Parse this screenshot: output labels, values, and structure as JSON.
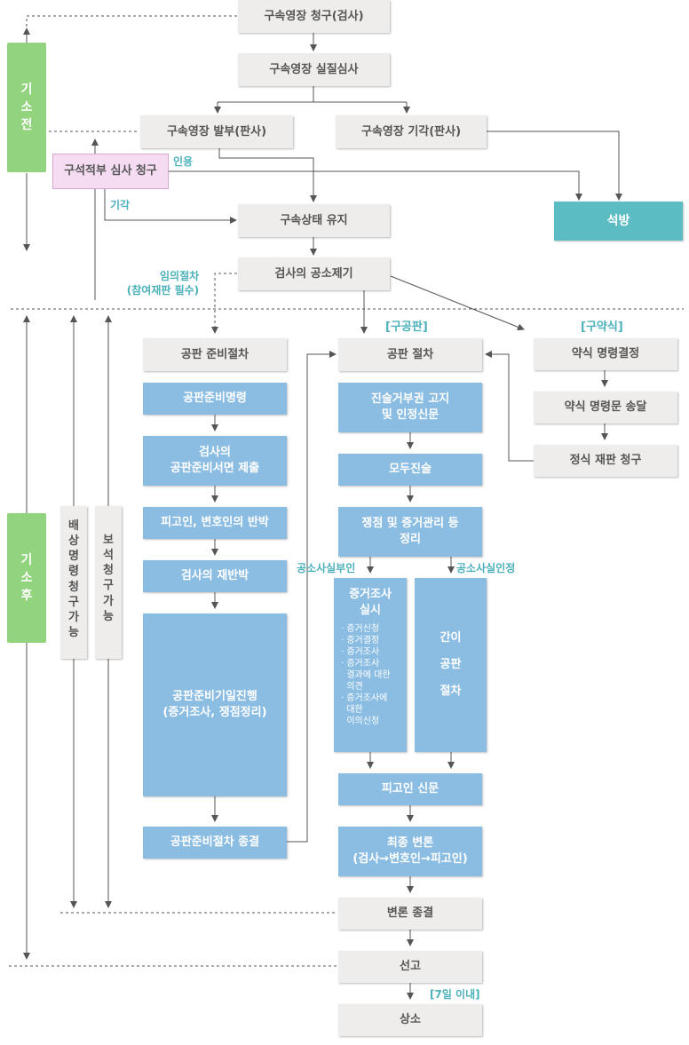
{
  "steps": {
    "arrest_review_request": "구속영장 청구(검사)",
    "warrant_review": "구속영장 실질심사",
    "warrant_issued": "구속영장 발부(판사)",
    "warrant_rejected": "구속영장 기각(판사)",
    "detention_review_request": "구석적부 심사 청구",
    "detention_maintained": "구속상태 유지",
    "release": "석방",
    "indictment": "검사의 공소제기",
    "prep_procedure": "공판 준비절차",
    "trial_procedure": "공판 절차",
    "summary_order": "약식 명령결정",
    "summary_order_delivery": "약식 명령문 송달",
    "formal_trial_request": "정식 재판 청구",
    "verdict_closing": "변론 종결",
    "sentencing": "선고",
    "appeal": "상소"
  },
  "prep_steps": {
    "prep_order": "공판준비명령",
    "prosecutor_doc": [
      "검사의",
      "공판준비서면 제출"
    ],
    "defense_rebuttal": "피고인, 변호인의 반박",
    "prosecutor_rerebuttal": "검사의 재반박",
    "prep_hearing": [
      "공판준비기일진행",
      "(증거조사, 쟁점정리)"
    ],
    "prep_end": "공판준비절차 종결"
  },
  "trial_steps": {
    "rights_notice": [
      "진술거부권 고지",
      "및 인정신문"
    ],
    "opening": "모두진술",
    "issues": [
      "쟁점 및 증거관리 등",
      "정리"
    ],
    "evidence_title": [
      "증거조사",
      "실시"
    ],
    "evidence_details": [
      "· 증거신청",
      "· 증거결정",
      "· 증거조사",
      "· 증거조사",
      "  결과에 대한",
      "  의견",
      "· 증거조사에",
      "  대한",
      "  이의신청"
    ],
    "simple_trial": [
      "간이",
      "공판",
      "절차"
    ],
    "defendant_exam": "피고인 신문",
    "final_argument": [
      "최종 변론",
      "(검사→변호인→피고인)"
    ]
  },
  "side": {
    "before_indictment": [
      "기",
      "소",
      "전"
    ],
    "after_indictment": [
      "기",
      "소",
      "후"
    ],
    "compensation": [
      "배",
      "상",
      "명",
      "령",
      "청",
      "구",
      "가",
      "능"
    ],
    "bail": [
      "보",
      "석",
      "청",
      "구",
      "가",
      "능"
    ]
  },
  "labels": {
    "cited": "인용",
    "rejected": "기각",
    "voluntary": [
      "임의절차",
      "(참여재판 필수)"
    ],
    "formal_trial": "[구공판]",
    "summary": "[구약식]",
    "fact_denied": "공소사실부인",
    "fact_admitted": "공소사실인정",
    "within_7_days": "[7일 이내]"
  },
  "colors": {
    "gray_box": "#efedeb",
    "blue_box": "#8bbde3",
    "green_box": "#92d37d",
    "teal_box": "#5bbcc4",
    "pink_box": "#f6dcf3",
    "label_teal": "#4bb1ba",
    "line": "#555555"
  }
}
